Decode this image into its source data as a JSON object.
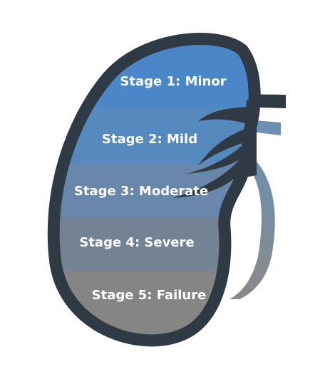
{
  "diagram": {
    "stages": [
      {
        "label": "Stage 1: Minor",
        "color": "#4A86C8"
      },
      {
        "label": "Stage 2: Mild",
        "color": "#5689BD"
      },
      {
        "label": "Stage 3: Moderate",
        "color": "#6887AA"
      },
      {
        "label": "Stage 4: Severe",
        "color": "#738393"
      },
      {
        "label": "Stage 5: Failure",
        "color": "#858585"
      }
    ],
    "outline_color": "#2F3A45",
    "vessel_colors": {
      "artery": "#2F3A45",
      "vein": "#6C8FB2",
      "ureter_top": "#6C8FB2",
      "ureter_bottom": "#8A8A8A"
    }
  }
}
